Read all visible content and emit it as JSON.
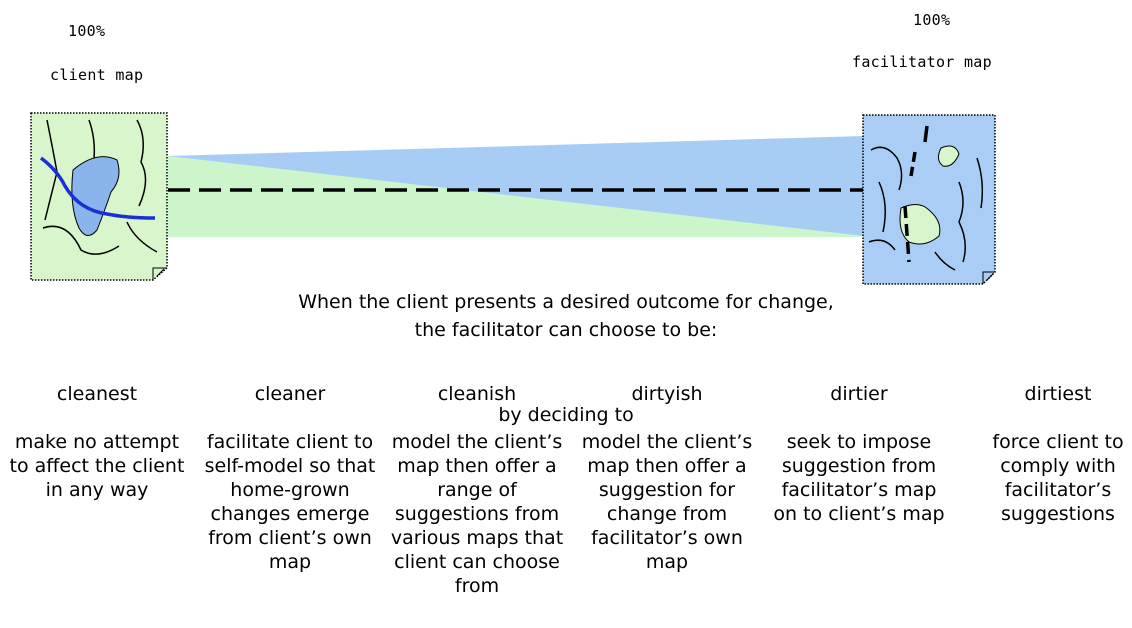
{
  "client": {
    "percent": "100%",
    "title": "client map"
  },
  "facilitator": {
    "percent": "100%",
    "title": "facilitator map"
  },
  "intro": {
    "line1": "When the client presents a desired outcome for change,",
    "line2": "the facilitator can choose to be:"
  },
  "deciding": "by deciding to",
  "options": [
    {
      "label": "cleanest",
      "desc": "make no attempt to affect the client in any way"
    },
    {
      "label": "cleaner",
      "desc": "facilitate client to self-model so that home-grown changes emerge from client’s own map"
    },
    {
      "label": "cleanish",
      "desc": "model the client’s map then offer a range of suggestions from various maps that client can choose from"
    },
    {
      "label": "dirtyish",
      "desc": "model the client’s map then offer a suggestion for change from facilitator’s own map"
    },
    {
      "label": "dirtier",
      "desc": "seek to impose suggestion from facilitator’s map on to client’s map"
    },
    {
      "label": "dirtiest",
      "desc": "force client to comply with facilitator’s suggestions"
    }
  ],
  "colors": {
    "client_map": "#d8f5cc",
    "facilitator_map": "#a9cdf5",
    "band_green": "#ccf5cc",
    "band_blue": "#a7cdf5",
    "river": "#1a2fd6",
    "lake": "#8ab4ec"
  },
  "icons": {
    "client_map": "map-document-icon",
    "facilitator_map": "map-document-icon"
  }
}
